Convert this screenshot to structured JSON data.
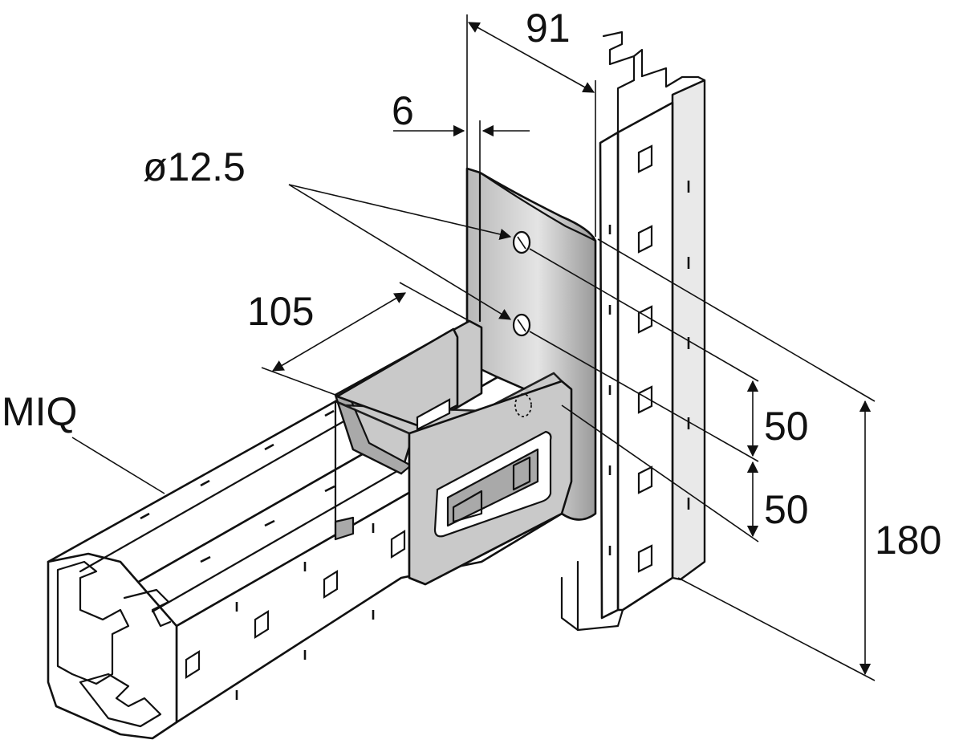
{
  "labels": {
    "width_top": "91",
    "plate_thickness": "6",
    "hole_diameter": "ø12.5",
    "depth": "105",
    "profile_name": "MIQ",
    "hole_spacing_upper": "50",
    "hole_spacing_lower": "50",
    "plate_height": "180"
  },
  "colors": {
    "line": "#111111",
    "plate": "#c9c9c9",
    "plate_shadow": "#a9a9a9",
    "profile": "#ffffff",
    "background": "#ffffff"
  }
}
